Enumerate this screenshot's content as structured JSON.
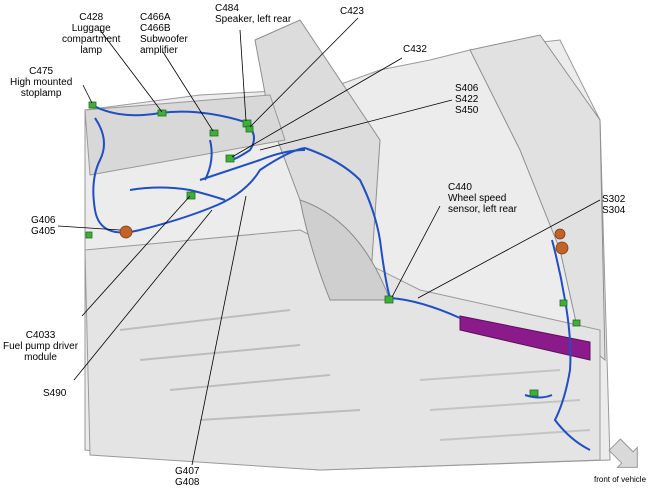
{
  "labels": {
    "c428": [
      "C428",
      "Luggage",
      "compartment",
      "lamp"
    ],
    "c466": [
      "C466A",
      "C466B",
      "Subwoofer",
      "amplifier"
    ],
    "c484": [
      "C484",
      "Speaker, left rear"
    ],
    "c423": [
      "C423"
    ],
    "c475": [
      "C475",
      "High mounted",
      "stoplamp"
    ],
    "c432": [
      "C432"
    ],
    "s406": [
      "S406",
      "S422",
      "S450"
    ],
    "c440": [
      "C440",
      "Wheel speed",
      "sensor, left rear"
    ],
    "s302": [
      "S302",
      "S304"
    ],
    "g406": [
      "G406",
      "G405"
    ],
    "c4033": [
      "C4033",
      "Fuel pump driver",
      "module"
    ],
    "s490": [
      "S490"
    ],
    "g407": [
      "G407",
      "G408"
    ]
  },
  "footer": {
    "orientation_label": "front of vehicle"
  },
  "colors": {
    "harness": "#1f4fc2",
    "connector": "#3fae3a",
    "accent_bar": "#8b1a8b",
    "grommet": "#c0642a",
    "body_shell": "#e9e9e9"
  }
}
